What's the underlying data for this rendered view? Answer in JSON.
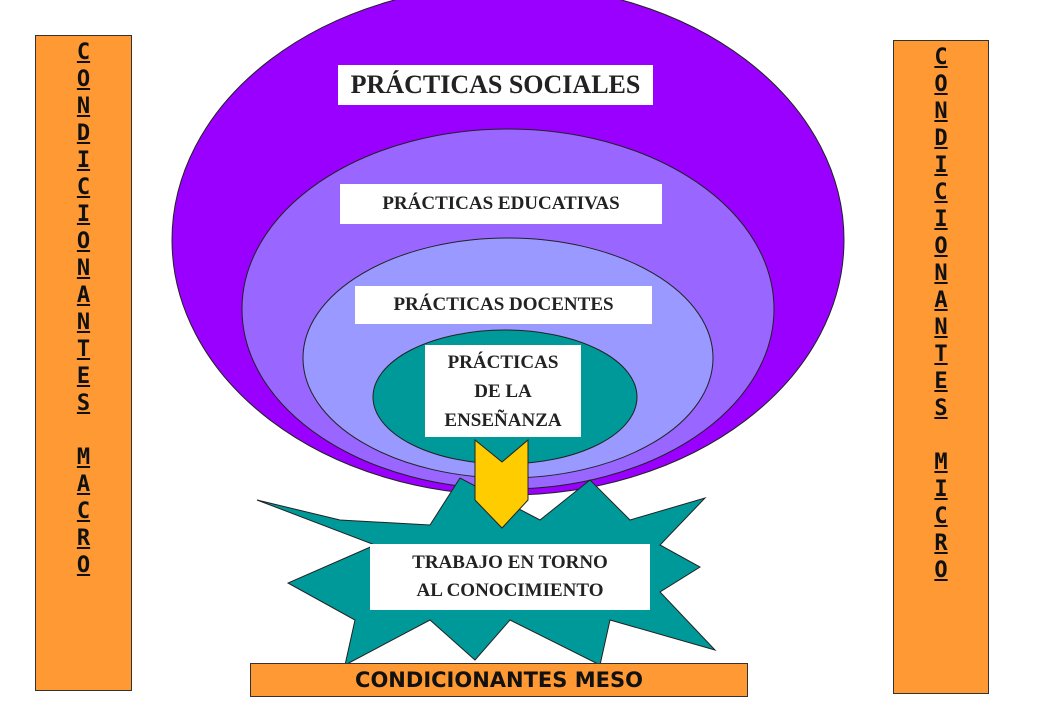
{
  "ellipses": {
    "sociales": "PRÁCTICAS SOCIALES",
    "educativas": "PRÁCTICAS EDUCATIVAS",
    "docentes": "PRÁCTICAS DOCENTES",
    "ensenanza": "PRÁCTICAS\nDE LA\nENSEÑANZA"
  },
  "star_label": "TRABAJO EN TORNO\nAL CONOCIMIENTO",
  "condicionantes": {
    "macro": [
      "C",
      "O",
      "N",
      "D",
      "I",
      "C",
      "I",
      "O",
      "N",
      "A",
      "N",
      "T",
      "E",
      "S",
      "",
      "M",
      "A",
      "C",
      "R",
      "O"
    ],
    "micro": [
      "C",
      "O",
      "N",
      "D",
      "I",
      "C",
      "I",
      "O",
      "N",
      "A",
      "N",
      "T",
      "E",
      "S",
      "",
      "M",
      "I",
      "C",
      "R",
      "O"
    ],
    "meso": "CONDICIONANTES  MESO"
  },
  "colors": {
    "outer": "#9900ff",
    "middle": "#9966ff",
    "inner": "#9999ff",
    "core": "#009999",
    "star": "#009999",
    "arrow": "#ffcc00",
    "bars": "#ff9933"
  }
}
